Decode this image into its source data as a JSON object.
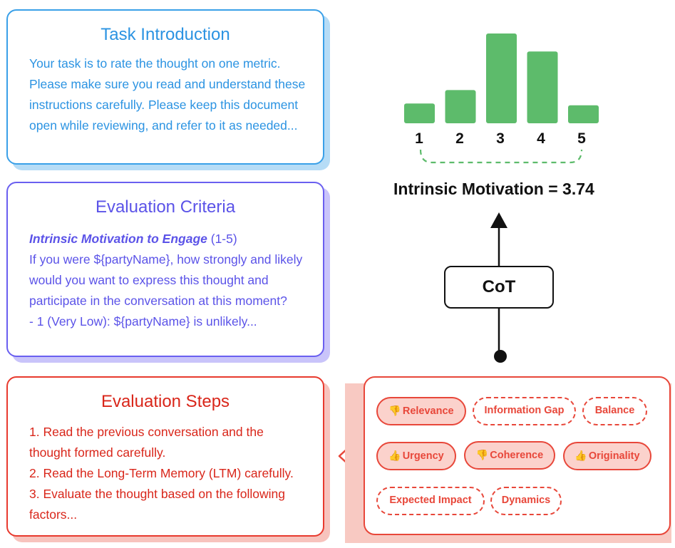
{
  "task_intro": {
    "title": "Task Introduction",
    "body": "Your task is to rate the thought on one metric. Please make sure you read and understand these instructions carefully. Please keep this document open while reviewing, and refer to it as needed..."
  },
  "criteria": {
    "title": "Evaluation Criteria",
    "metric_name": "Intrinsic Motivation to Engage",
    "metric_range": " (1-5)",
    "question": "If you were ${partyName}, how strongly and likely would you want to express this thought and participate in the conversation at this moment?",
    "scale_line": "- 1 (Very Low): ${partyName} is unlikely..."
  },
  "steps": {
    "title": "Evaluation Steps",
    "items": [
      "1. Read the previous conversation and the thought formed carefully.",
      "2. Read the Long-Term Memory (LTM) carefully.",
      "3. Evaluate the thought based on the following factors..."
    ]
  },
  "distribution": {
    "labels": [
      "1",
      "2",
      "3",
      "4",
      "5"
    ],
    "relative_heights": [
      0.22,
      0.37,
      1.0,
      0.8,
      0.2
    ],
    "bar_color": "#5dbb6b"
  },
  "score_label": "Intrinsic Motivation = 3.74",
  "cot_label": "CoT",
  "factors": [
    {
      "emoji": "👎",
      "label": "Relevance",
      "style": "solid"
    },
    {
      "emoji": "",
      "label": "Information Gap",
      "style": "dashed"
    },
    {
      "emoji": "",
      "label": "Balance",
      "style": "dashed"
    },
    {
      "emoji": "👍",
      "label": "Urgency",
      "style": "solid"
    },
    {
      "emoji": "👎",
      "label": "Coherence",
      "style": "solid"
    },
    {
      "emoji": "👍",
      "label": "Originality",
      "style": "solid"
    },
    {
      "emoji": "",
      "label": "Expected Impact",
      "style": "dashed"
    },
    {
      "emoji": "",
      "label": "Dynamics",
      "style": "dashed"
    }
  ],
  "colors": {
    "intro": "#2b93e2",
    "criteria": "#5b53e8",
    "steps": "#d9261a",
    "factor_accent": "#e8473a"
  }
}
